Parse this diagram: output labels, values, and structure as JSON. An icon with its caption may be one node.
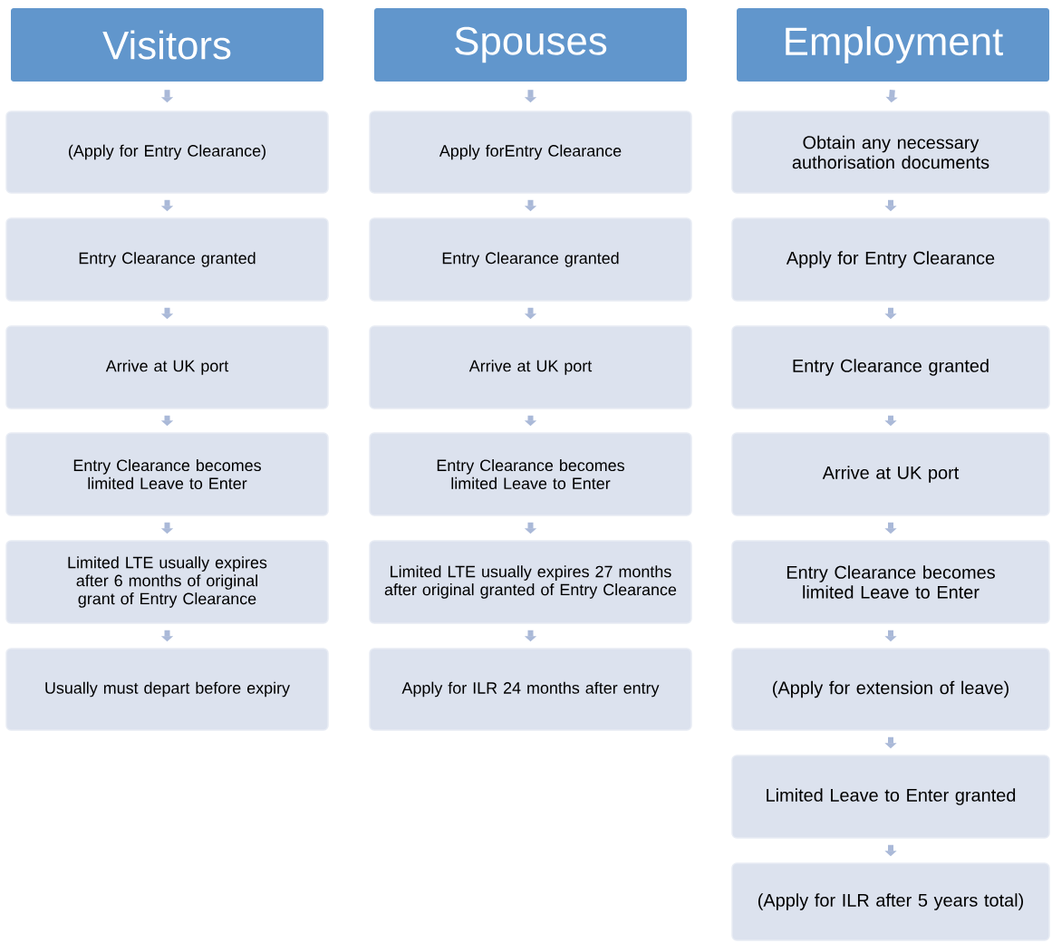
{
  "diagram": {
    "nodes": [
      {
        "text": [
          "Visitors"
        ]
      },
      {
        "text": [
          "(Apply for Entry Clearance)"
        ]
      },
      {
        "text": [
          "Entry Clearance granted"
        ]
      },
      {
        "text": [
          "Arrive at UK port"
        ]
      },
      {
        "text": [
          "Entry Clearance becomes limited Leave to Enter"
        ]
      },
      {
        "text": [
          "Limited LTE usually expires after 6 months of original grant of Entry Clearance"
        ]
      },
      {
        "text": [
          "Usually must depart before expiry"
        ]
      },
      {
        "text": [
          "Spouses"
        ]
      },
      {
        "text": [
          "Apply forEntry Clearance"
        ]
      },
      {
        "text": [
          "Entry Clearance granted"
        ]
      },
      {
        "text": [
          "Arrive at UK port"
        ]
      },
      {
        "text": [
          "Entry Clearance becomes limited Leave to Enter"
        ]
      },
      {
        "text": [
          "Limited LTE usually expires 27 months after original granted of Entry Clearance"
        ]
      },
      {
        "text": [
          "Apply for ILR 24 months after entry"
        ]
      },
      {
        "text": [
          "Employment"
        ]
      },
      {
        "text": [
          "Obtain any necessary authorisation documents"
        ]
      },
      {
        "text": [
          "Apply for Entry Clearance"
        ]
      },
      {
        "text": [
          "Entry Clearance granted"
        ]
      },
      {
        "text": [
          "Arrive at UK port"
        ]
      },
      {
        "text": [
          "Entry Clearance becomes limited Leave to Enter"
        ]
      },
      {
        "text": [
          "(Apply for extension of leave)"
        ]
      },
      {
        "text": [
          "Limited Leave to Enter granted"
        ]
      },
      {
        "text": [
          "(Apply for ILR after 5 years total)"
        ]
      }
    ],
    "edges": [
      {
        "from": 0,
        "to": 1,
        "arrow": "to"
      },
      {
        "from": 1,
        "to": 2,
        "arrow": "to"
      },
      {
        "from": 2,
        "to": 3,
        "arrow": "to"
      },
      {
        "from": 3,
        "to": 4,
        "arrow": "to"
      },
      {
        "from": 4,
        "to": 5,
        "arrow": "to"
      },
      {
        "from": 5,
        "to": 6,
        "arrow": "to"
      },
      {
        "from": 7,
        "to": 8,
        "arrow": "to"
      },
      {
        "from": 8,
        "to": 9,
        "arrow": "to"
      },
      {
        "from": 9,
        "to": 10,
        "arrow": "to"
      },
      {
        "from": 10,
        "to": 11,
        "arrow": "to"
      },
      {
        "from": 11,
        "to": 12,
        "arrow": "to"
      },
      {
        "from": 12,
        "to": 13,
        "arrow": "to"
      },
      {
        "from": 14,
        "to": 15,
        "arrow": "to"
      },
      {
        "from": 15,
        "to": 16,
        "arrow": "to"
      },
      {
        "from": 16,
        "to": 17,
        "arrow": "to"
      },
      {
        "from": 17,
        "to": 18,
        "arrow": "to"
      },
      {
        "from": 18,
        "to": 19,
        "arrow": "to"
      },
      {
        "from": 19,
        "to": 20,
        "arrow": "to"
      },
      {
        "from": 20,
        "to": 21,
        "arrow": "to"
      },
      {
        "from": 21,
        "to": 22,
        "arrow": "to"
      }
    ]
  }
}
